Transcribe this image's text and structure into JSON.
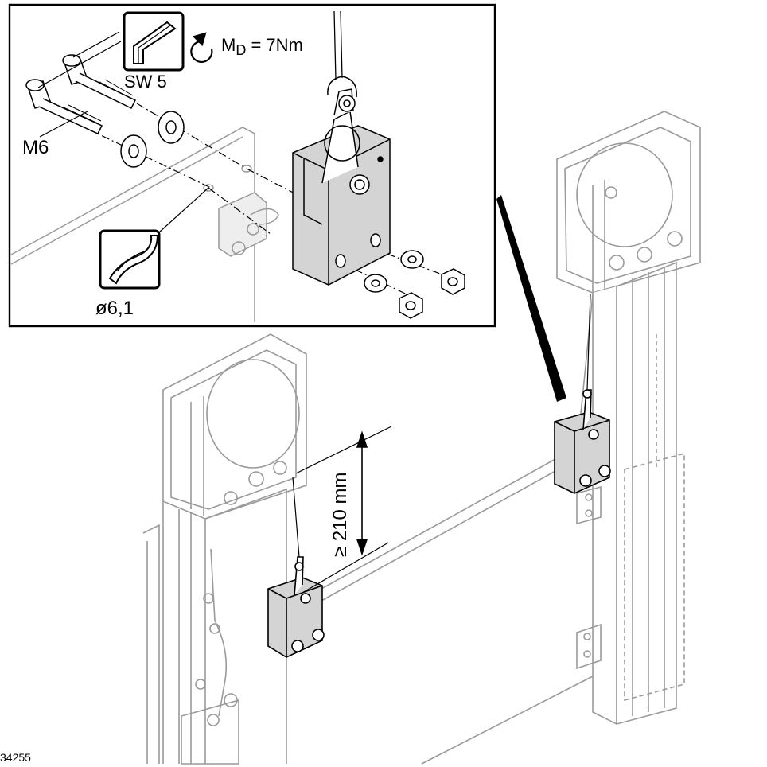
{
  "labels": {
    "wrench_size": "SW 5",
    "torque_prefix": "M",
    "torque_sub": "D",
    "torque_value": " = 7Nm",
    "bolt_thread": "M6",
    "drill_diameter": "ø6,1",
    "min_distance": "≥ 210 mm",
    "figure_id": "34255"
  },
  "icons": {
    "wrench": "hex-key-icon",
    "drill": "drill-bit-icon",
    "torque": "rotation-arrow-icon"
  },
  "colors": {
    "line": "#000000",
    "ghost_line": "#9a9a9a",
    "part_fill": "#d4d4d4",
    "background": "#ffffff"
  }
}
